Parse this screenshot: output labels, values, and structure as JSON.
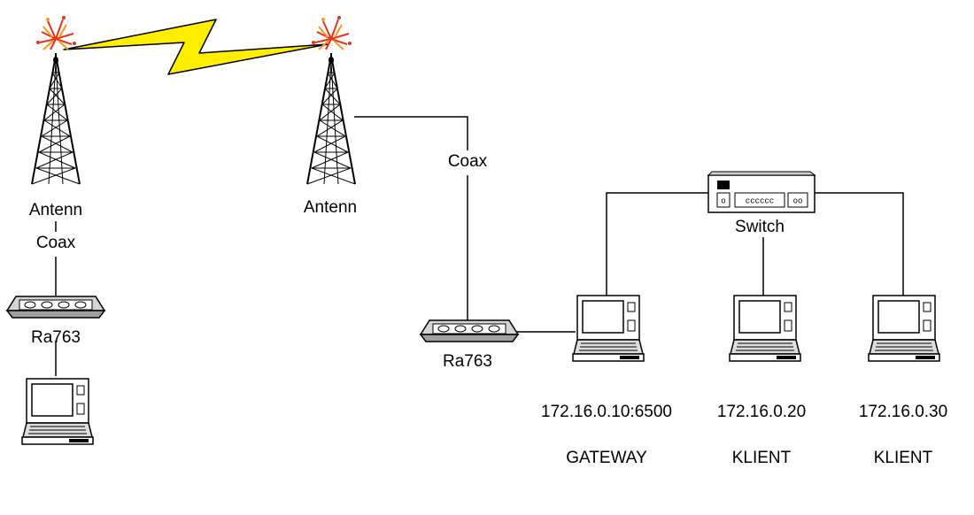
{
  "colors": {
    "lightning": "#ffee00",
    "flare_red": "#e8321e",
    "flare_orange": "#f39a1c",
    "line": "#000000",
    "device_fill": "#c9c9c9"
  },
  "labels": {
    "antenna_left": "Antenn",
    "antenna_right": "Antenn",
    "coax_left": "Coax",
    "coax_right": "Coax",
    "modem_left": "Ra763",
    "modem_right": "Ra763",
    "switch": "Switch",
    "switch_ports": "cccccc",
    "gateway_ip": "172.16.0.10:6500",
    "gateway_role": "GATEWAY",
    "client1_ip": "172.16.0.20",
    "client1_role": "KLIENT",
    "client2_ip": "172.16.0.30",
    "client2_role": "KLIENT"
  },
  "icons": {
    "tower": "radio-tower-icon",
    "lightning": "lightning-bolt-icon",
    "modem": "modem-icon",
    "switch": "network-switch-icon",
    "computer": "laptop-computer-icon"
  }
}
